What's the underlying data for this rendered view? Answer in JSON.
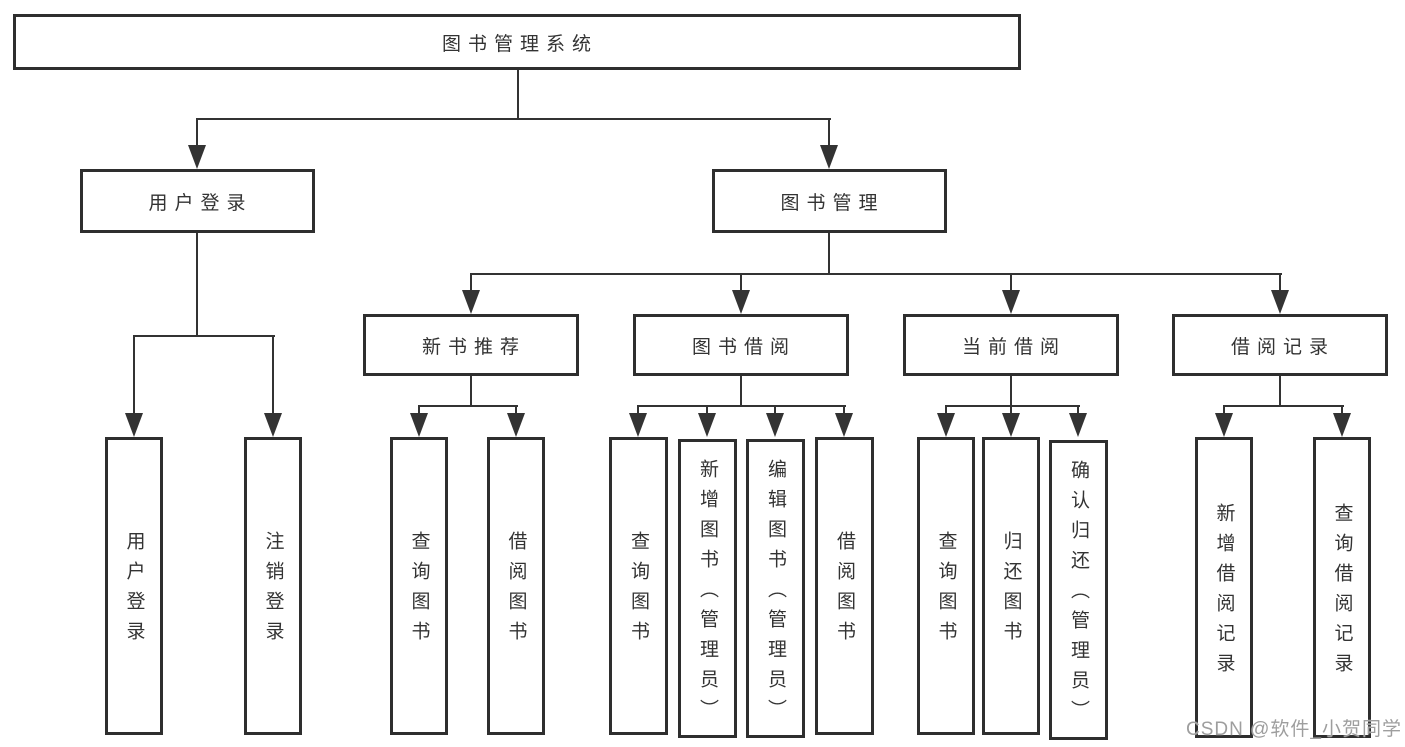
{
  "page": {
    "colors": {
      "line": "#333333",
      "border": "#2e2e2e",
      "text": "#333333",
      "background": "#ffffff",
      "watermark_color": "#9e9e9e"
    },
    "watermark": {
      "text": "CSDN @软件_小贺同学"
    }
  },
  "nodes": {
    "root": {
      "label": "图书管理系统"
    },
    "level2": {
      "user_login": {
        "label": "用户登录"
      },
      "book_management": {
        "label": "图书管理"
      }
    },
    "level3": {
      "new_book_recommend": {
        "label": "新书推荐"
      },
      "book_borrowing": {
        "label": "图书借阅"
      },
      "current_borrowing": {
        "label": "当前借阅"
      },
      "borrowing_records": {
        "label": "借阅记录"
      }
    },
    "leaves": {
      "user_login": {
        "label": "用户登录"
      },
      "logout": {
        "label": "注销登录"
      },
      "nb_query_books": {
        "label": "查询图书"
      },
      "nb_borrow_books": {
        "label": "借阅图书"
      },
      "bb_query_books": {
        "label": "查询图书"
      },
      "bb_add_books": {
        "label": "新增图书（管理员）"
      },
      "bb_edit_books": {
        "label": "编辑图书（管理员）"
      },
      "bb_borrow_books": {
        "label": "借阅图书"
      },
      "cb_query_books": {
        "label": "查询图书"
      },
      "cb_return_books": {
        "label": "归还图书"
      },
      "cb_confirm_return": {
        "label": "确认归还（管理员）"
      },
      "br_add_record": {
        "label": "新增借阅记录"
      },
      "br_query_record": {
        "label": "查询借阅记录"
      }
    }
  }
}
